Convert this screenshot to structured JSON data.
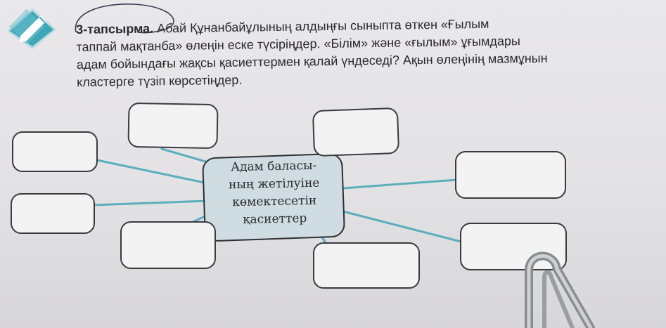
{
  "task": {
    "number": "3-тапсырма.",
    "lines": [
      "Абай Құнанбайұлының алдыңғы сыныпта өткен «Ғылым",
      "таппай мақтанба» өлеңін еске түсіріңдер. «Білім» және «ғылым» ұғымдары",
      "адам бойындағы жақсы қасиеттермен қалай үндеседі? Ақын өлеңінің мазмұнын",
      "кластерге түзіп көрсетіңдер."
    ]
  },
  "cluster": {
    "center": [
      "Адам баласы-",
      "ның жетілуіне",
      "көмектесетін",
      "қасиеттер"
    ],
    "empty_boxes": 8
  },
  "colors": {
    "icon_teal": "#3fa6b8",
    "connector": "#5aaebd",
    "center_fill": "#cfdde3",
    "box_border": "#444444"
  },
  "icons": [
    "pencil-task-icon",
    "paper-clip"
  ]
}
